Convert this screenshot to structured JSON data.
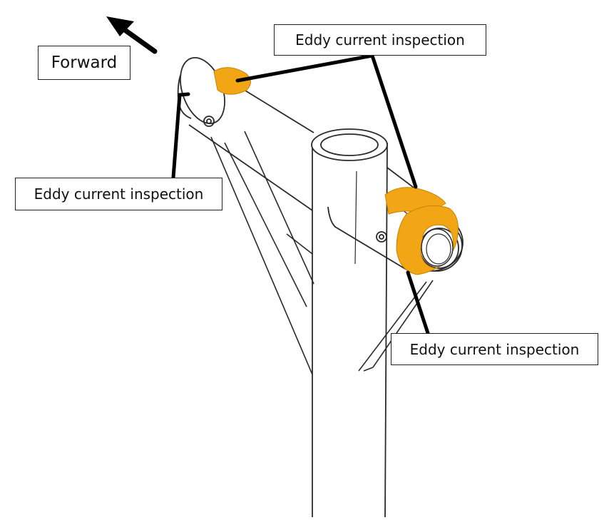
{
  "labels": {
    "forward": "Forward",
    "inspection_top": "Eddy current inspection",
    "inspection_left": "Eddy current inspection",
    "inspection_right": "Eddy current inspection"
  },
  "colors": {
    "highlight": "#f2a615",
    "line": "#2a2a2a",
    "leader": "#000000",
    "background": "#ffffff"
  }
}
